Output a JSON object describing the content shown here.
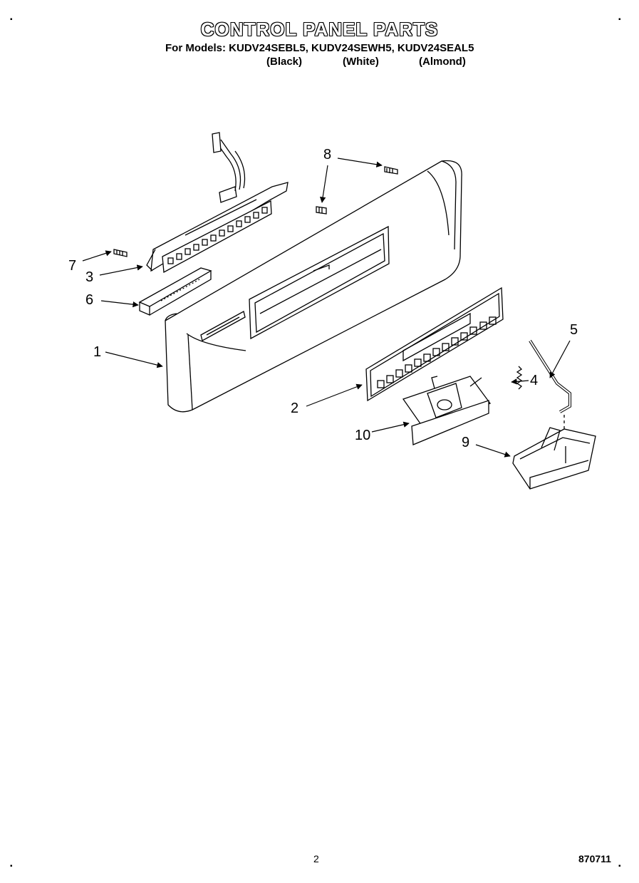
{
  "header": {
    "title": "CONTROL PANEL PARTS",
    "models_line": "For Models: KUDV24SEBL5, KUDV24SEWH5, KUDV24SEAL5",
    "variants": [
      "(Black)",
      "(White)",
      "(Almond)"
    ]
  },
  "callouts": [
    "1",
    "2",
    "3",
    "4",
    "5",
    "6",
    "7",
    "8",
    "9",
    "10"
  ],
  "footer": {
    "page_number": "2",
    "doc_code": "870711"
  }
}
